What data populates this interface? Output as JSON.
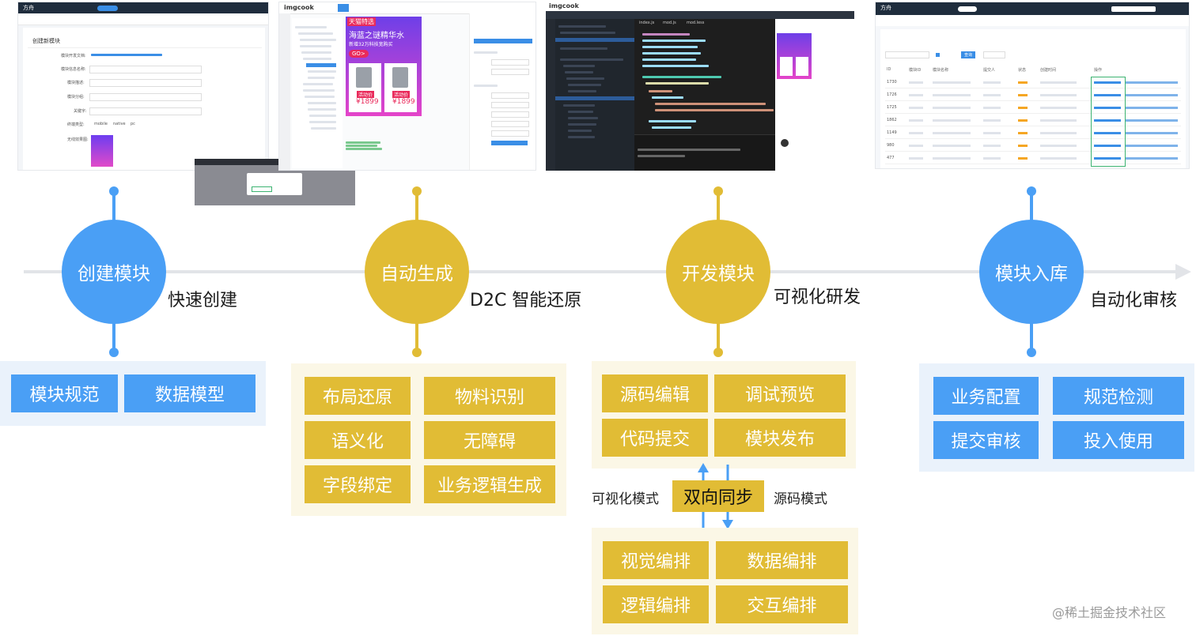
{
  "screenshots": {
    "s1": {
      "logo": "方舟",
      "title": "创建新模块",
      "fields": [
        "模块开发文档:",
        "模块信息名称:",
        "模块描述:",
        "模块分组:",
        "关键字:",
        "终端类型:",
        "无线效果图:"
      ],
      "terminal_options": [
        "mobile",
        "native",
        "pc"
      ]
    },
    "s2": {
      "logo": "imgcook",
      "promo_badge": "天猫特选",
      "promo_title": "海蓝之谜精华水",
      "promo_sub": "新增32万科技宽购买",
      "promo_go": "GO>",
      "price1": "¥1899",
      "price2": "¥1899",
      "sale_tag": "活动价"
    },
    "s3": {
      "logo": "imgcook",
      "file_tabs": [
        "index.js",
        "mod.js",
        "mod.less"
      ]
    },
    "s4": {
      "logo": "方舟",
      "button": "查询",
      "columns": [
        "ID",
        "模块ID",
        "模块名称",
        "提交人",
        "状态",
        "创建时间",
        "操作"
      ],
      "ids": [
        "1730",
        "1726",
        "1725",
        "1862",
        "1149",
        "980",
        "477"
      ]
    }
  },
  "phases": [
    {
      "title": "创建模块",
      "caption": "快速创建",
      "color": "#4a9ff5",
      "items": [
        "模块规范",
        "数据模型"
      ]
    },
    {
      "title": "自动生成",
      "caption": "D2C 智能还原",
      "color": "#e1bc35",
      "items": [
        "布局还原",
        "物料识别",
        "语义化",
        "无障碍",
        "字段绑定",
        "业务逻辑生成"
      ]
    },
    {
      "title": "开发模块",
      "caption": "可视化研发",
      "color": "#e1bc35",
      "items": [
        "源码编辑",
        "调试预览",
        "代码提交",
        "模块发布"
      ]
    },
    {
      "title": "模块入库",
      "caption": "自动化审核",
      "color": "#4a9ff5",
      "items": [
        "业务配置",
        "规范检测",
        "提交审核",
        "投入使用"
      ]
    }
  ],
  "sync": {
    "label": "双向同步",
    "left_label": "可视化模式",
    "right_label": "源码模式"
  },
  "visual_items": [
    "视觉编排",
    "数据编排",
    "逻辑编排",
    "交互编排"
  ],
  "watermark": "@稀土掘金技术社区",
  "colors": {
    "blue": "#4a9ff5",
    "gold": "#e1bc35",
    "axis": "#e2e4e8"
  }
}
